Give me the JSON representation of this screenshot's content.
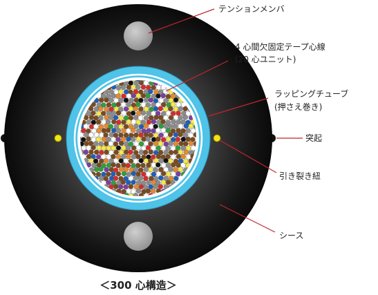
{
  "diagram": {
    "caption": "＜300 心構造＞",
    "labels": {
      "tension_member": "テンションメンバ",
      "fiber_ribbon_line1": "4 心間欠固定テープ心線",
      "fiber_ribbon_line2": "(20 心ユニット)",
      "wrapping_tube_line1": "ラッピングチューブ",
      "wrapping_tube_line2": "(押さえ巻き)",
      "protrusion": "突起",
      "rip_cord": "引き裂き紐",
      "sheath": "シース"
    },
    "colors": {
      "sheath": "#111111",
      "tension_member": "#a6a6a6",
      "wrapping_tube": "#4fc3e8",
      "rip_cord": "#f2e313",
      "leader_line": "#c0262d",
      "fiber_palette": [
        "#7a4a1f",
        "#8c8c8c",
        "#ffffff",
        "#f5e94a",
        "#1f5fb8",
        "#2e9e3e",
        "#d92b2b",
        "#7b3fa0",
        "#111111",
        "#e58a2e"
      ]
    }
  }
}
